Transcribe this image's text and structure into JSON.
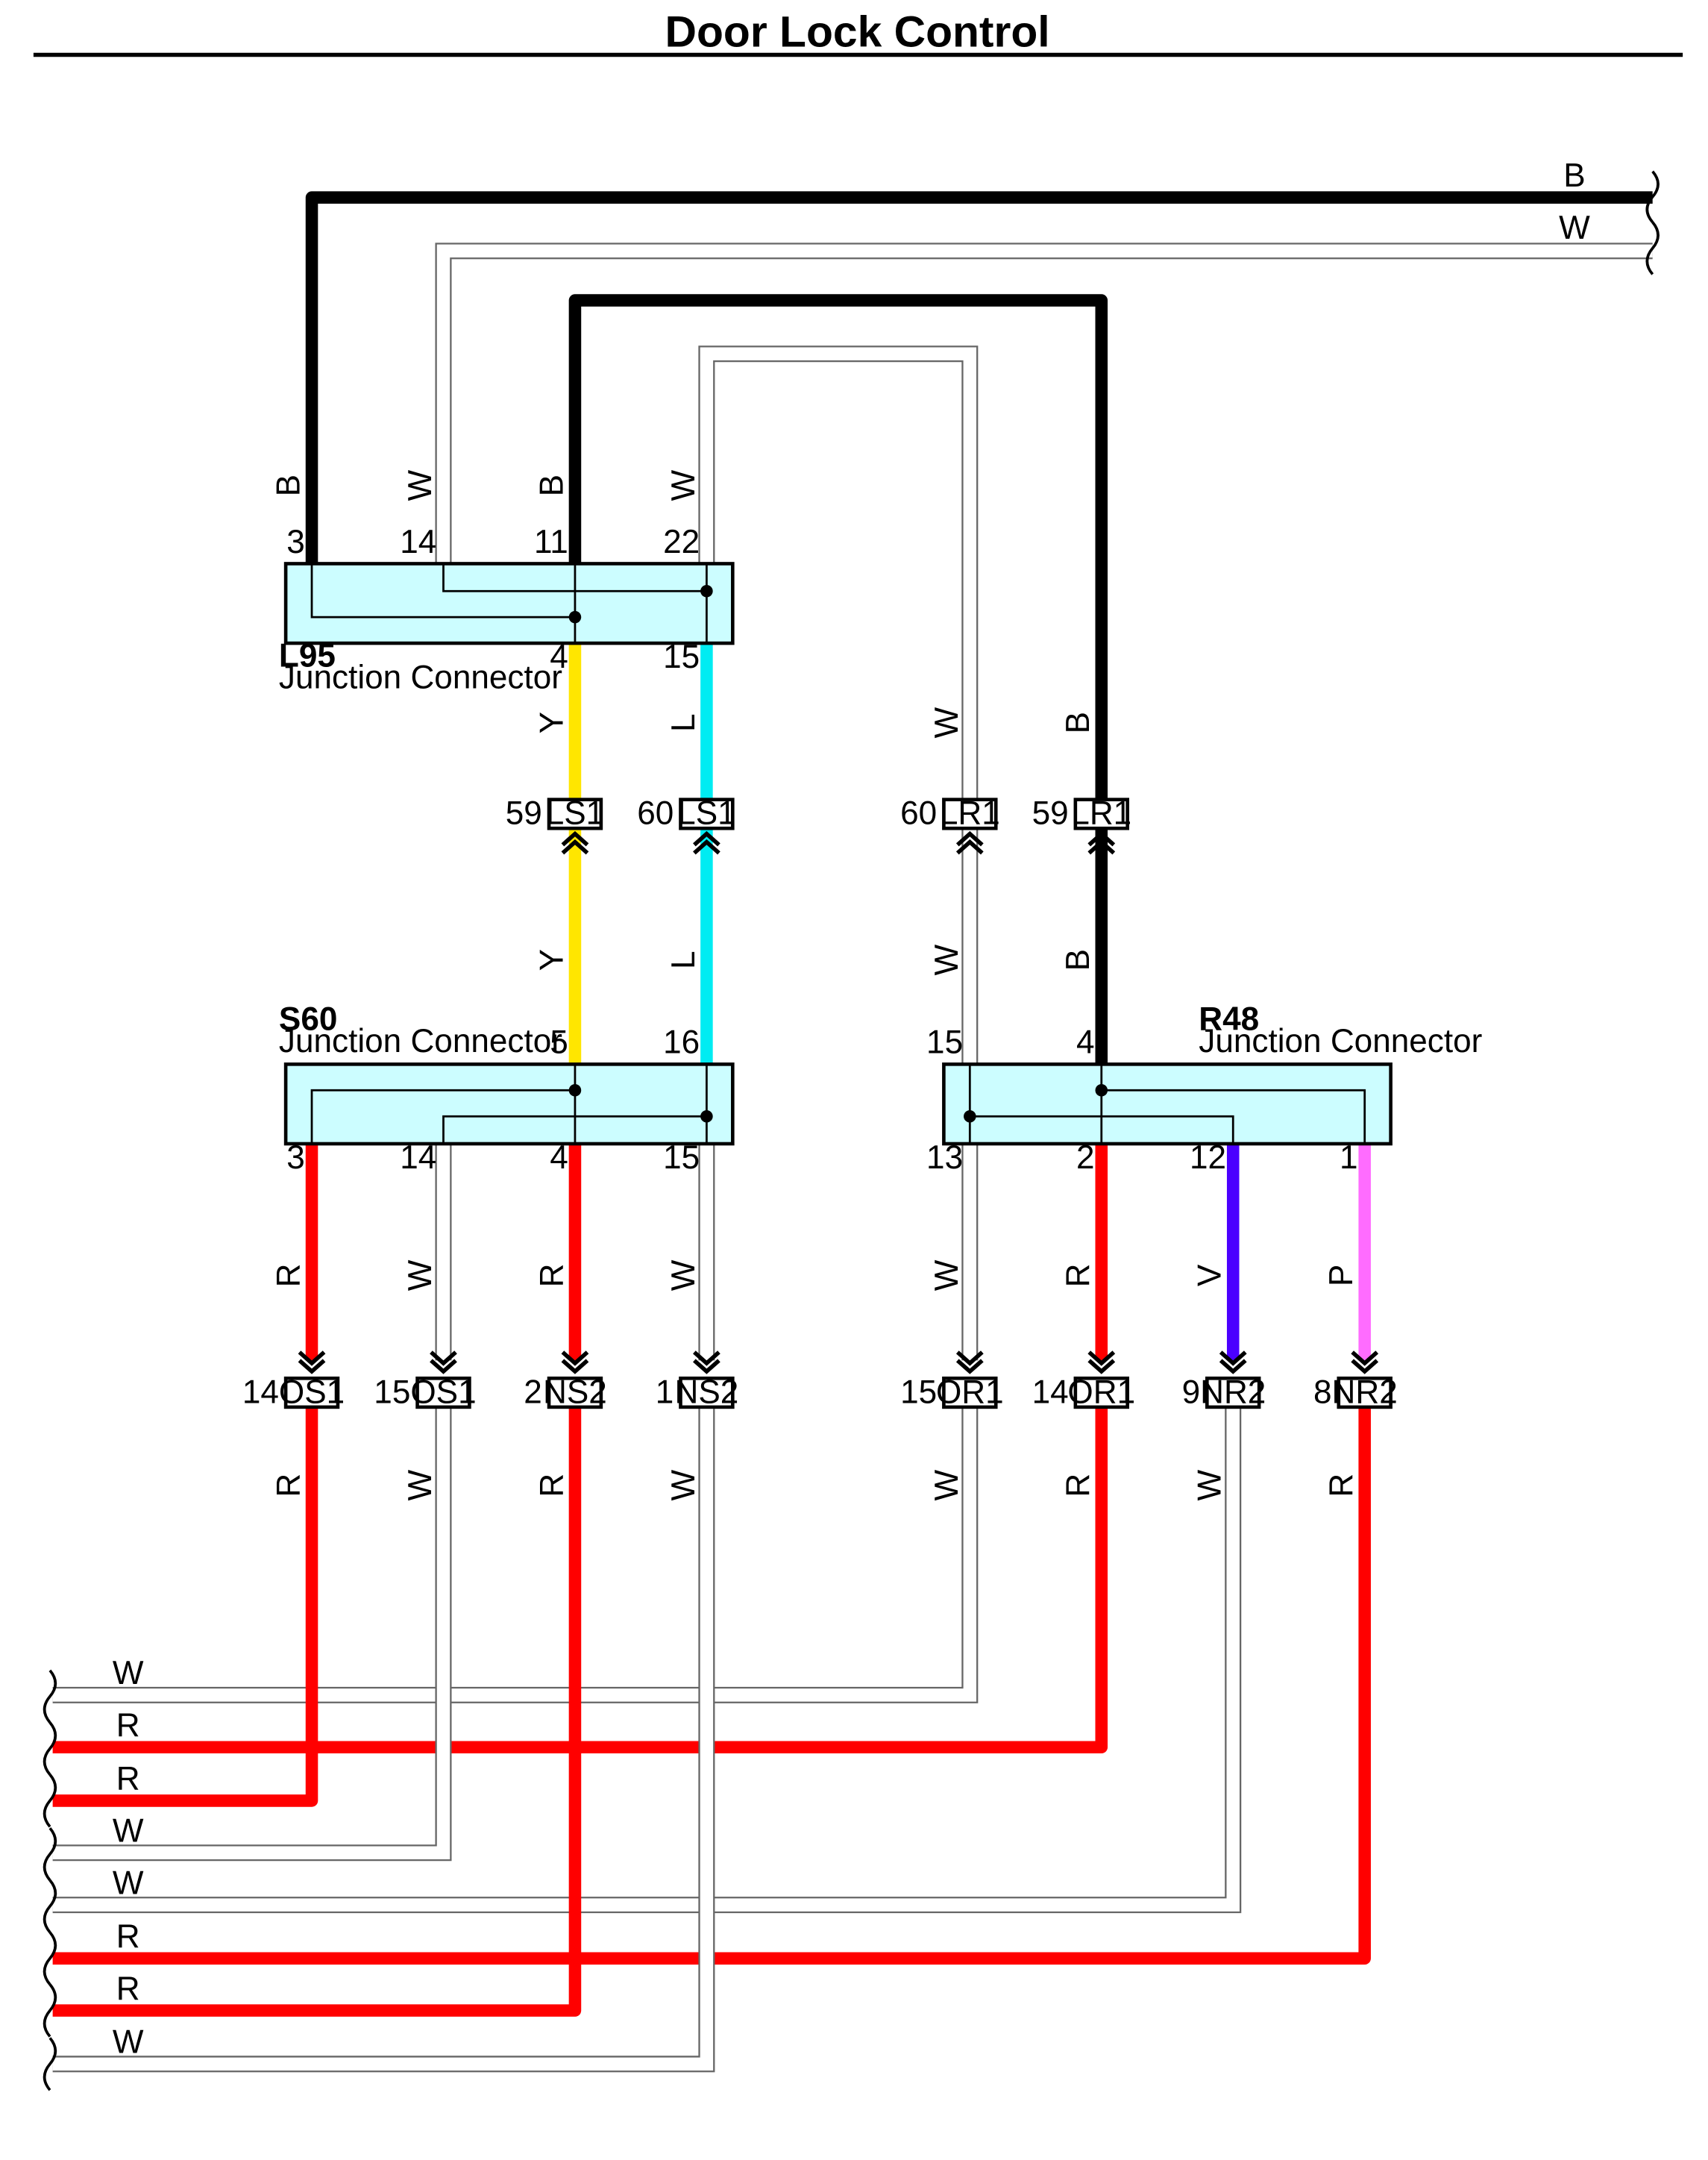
{
  "title": "Door Lock Control",
  "colors": {
    "B": "#000000",
    "W": "#d9d9d9",
    "R": "#ff0000",
    "Y": "#ffe600",
    "L": "#00ecf2",
    "V": "#4b00ff",
    "P": "#ff6cff",
    "connector_fill": "#ccfdff"
  },
  "junction_connectors": [
    {
      "id": "L95",
      "name": "L95",
      "desc": "Junction Connector",
      "top_pins": [
        "3",
        "14",
        "11",
        "22"
      ],
      "bottom_pins": [
        "4",
        "15"
      ]
    },
    {
      "id": "S60",
      "name": "S60",
      "desc": "Junction Connector",
      "top_pins": [
        "5",
        "16"
      ],
      "bottom_pins": [
        "3",
        "14",
        "4",
        "15"
      ]
    },
    {
      "id": "R48",
      "name": "R48",
      "desc": "Junction Connector",
      "top_pins": [
        "15",
        "4"
      ],
      "bottom_pins": [
        "13",
        "2",
        "12",
        "1"
      ]
    }
  ],
  "inline_connectors": [
    {
      "pin": "59",
      "name": "LS1"
    },
    {
      "pin": "60",
      "name": "LS1"
    },
    {
      "pin": "60",
      "name": "LR1"
    },
    {
      "pin": "59",
      "name": "LR1"
    },
    {
      "pin": "14",
      "name": "OS1"
    },
    {
      "pin": "15",
      "name": "OS1"
    },
    {
      "pin": "2",
      "name": "NS2"
    },
    {
      "pin": "1",
      "name": "NS2"
    },
    {
      "pin": "15",
      "name": "OR1"
    },
    {
      "pin": "14",
      "name": "OR1"
    },
    {
      "pin": "9",
      "name": "NR2"
    },
    {
      "pin": "8",
      "name": "NR2"
    }
  ],
  "top_continuations": [
    "B",
    "W"
  ],
  "left_continuations": [
    "W",
    "R",
    "R",
    "W",
    "W",
    "R",
    "R",
    "W"
  ],
  "wire_color_labels": {
    "above_l95": [
      "B",
      "W",
      "B",
      "W"
    ],
    "between_l95_ls1": [
      "Y",
      "L"
    ],
    "above_lr1": [
      "W",
      "B"
    ],
    "between_ls1_s60": [
      "Y",
      "L"
    ],
    "between_lr1_r48": [
      "W",
      "B"
    ],
    "below_s60": [
      "R",
      "W",
      "R",
      "W"
    ],
    "below_r48": [
      "W",
      "R",
      "V",
      "P"
    ],
    "below_inline_row": [
      "R",
      "W",
      "R",
      "W",
      "W",
      "R",
      "W",
      "R"
    ]
  }
}
